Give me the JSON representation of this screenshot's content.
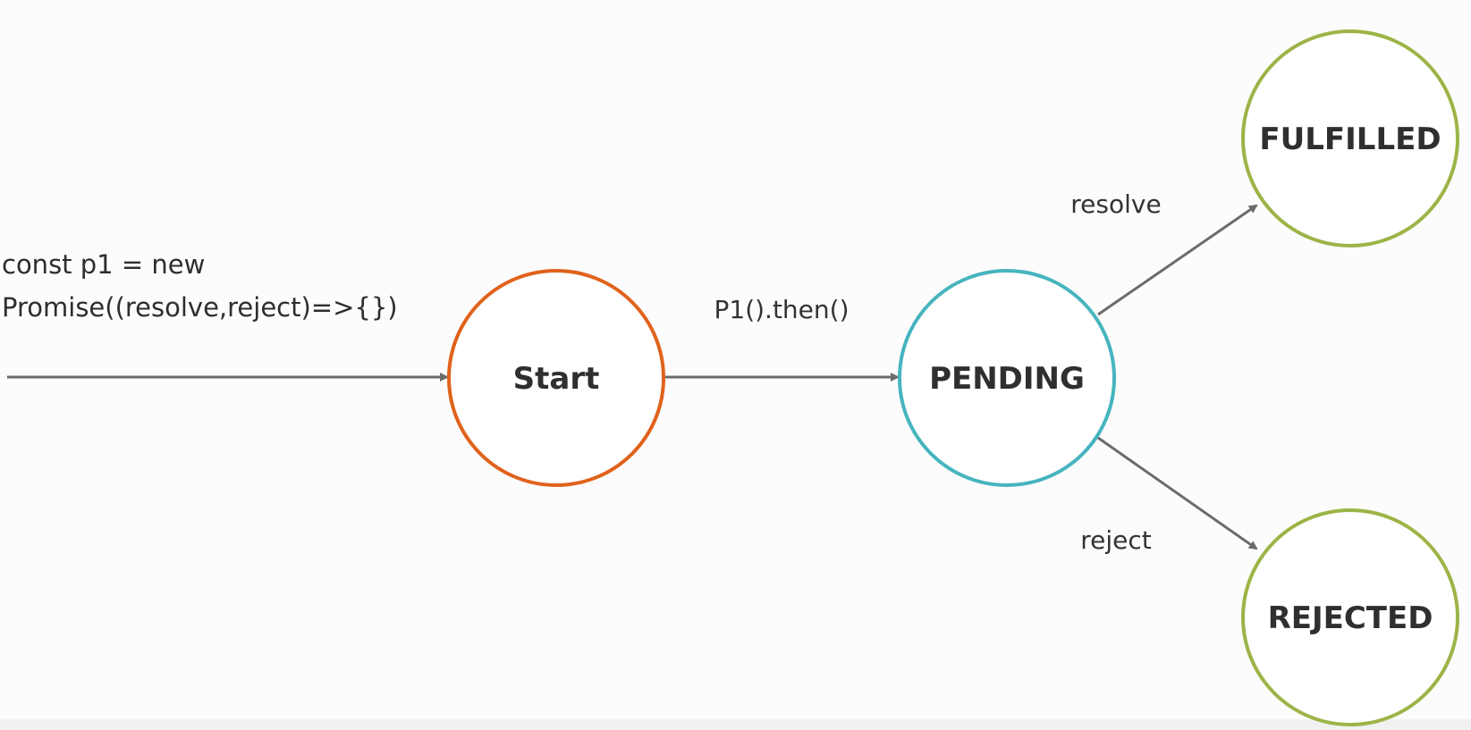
{
  "initial": {
    "line1": "const p1 = new",
    "line2": "Promise((resolve,reject)=>{})"
  },
  "nodes": {
    "start": {
      "label": "Start",
      "color": "#e0621c"
    },
    "pending": {
      "label": "PENDING",
      "color": "#46b4be"
    },
    "fulfilled": {
      "label": "FULFILLED",
      "color": "#9cb447"
    },
    "rejected": {
      "label": "REJECTED",
      "color": "#9cb447"
    }
  },
  "edges": {
    "then": "P1().then()",
    "resolve": "resolve",
    "reject": "reject"
  },
  "colors": {
    "arrow": "#6b6b6b",
    "background": "#fcfcfc"
  }
}
